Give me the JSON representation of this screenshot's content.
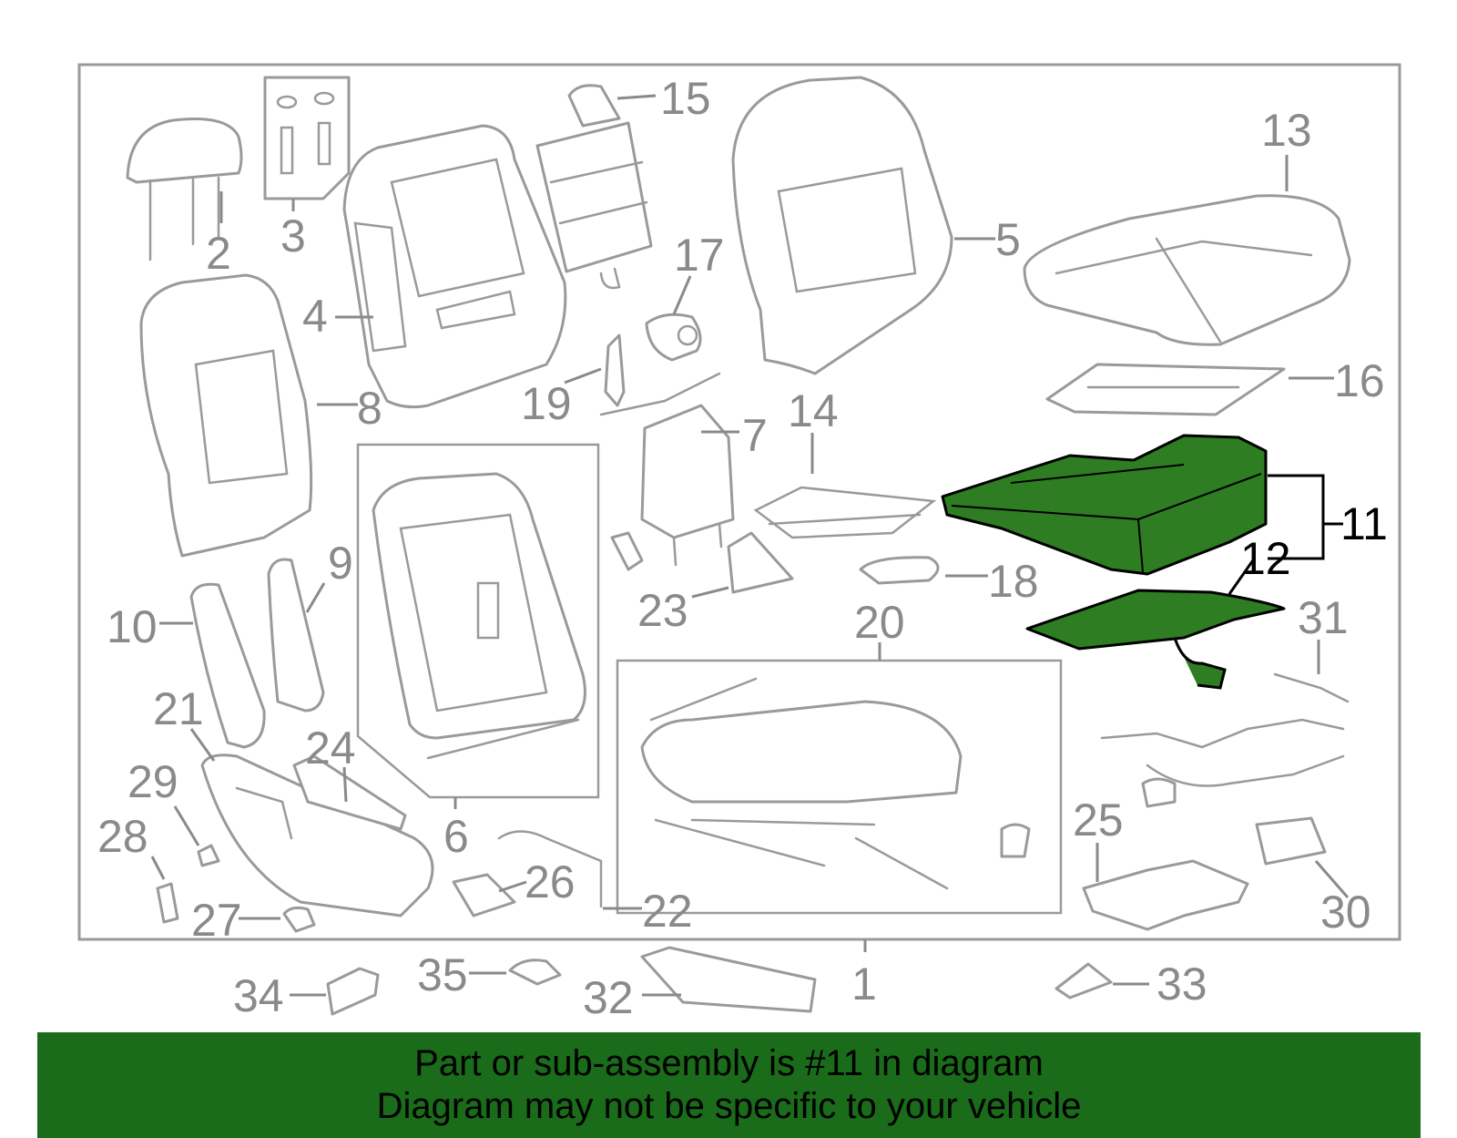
{
  "diagram": {
    "highlight_color": "#2e7d22",
    "callouts": [
      {
        "id": "1",
        "label": "1"
      },
      {
        "id": "2",
        "label": "2"
      },
      {
        "id": "3",
        "label": "3"
      },
      {
        "id": "4",
        "label": "4"
      },
      {
        "id": "5",
        "label": "5"
      },
      {
        "id": "6",
        "label": "6"
      },
      {
        "id": "7",
        "label": "7"
      },
      {
        "id": "8",
        "label": "8"
      },
      {
        "id": "9",
        "label": "9"
      },
      {
        "id": "10",
        "label": "10"
      },
      {
        "id": "11",
        "label": "11",
        "highlighted": true
      },
      {
        "id": "12",
        "label": "12",
        "highlighted": true
      },
      {
        "id": "13",
        "label": "13"
      },
      {
        "id": "14",
        "label": "14"
      },
      {
        "id": "15",
        "label": "15"
      },
      {
        "id": "16",
        "label": "16"
      },
      {
        "id": "17",
        "label": "17"
      },
      {
        "id": "18",
        "label": "18"
      },
      {
        "id": "19",
        "label": "19"
      },
      {
        "id": "20",
        "label": "20"
      },
      {
        "id": "21",
        "label": "21"
      },
      {
        "id": "22",
        "label": "22"
      },
      {
        "id": "23",
        "label": "23"
      },
      {
        "id": "24",
        "label": "24"
      },
      {
        "id": "25",
        "label": "25"
      },
      {
        "id": "26",
        "label": "26"
      },
      {
        "id": "27",
        "label": "27"
      },
      {
        "id": "28",
        "label": "28"
      },
      {
        "id": "29",
        "label": "29"
      },
      {
        "id": "30",
        "label": "30"
      },
      {
        "id": "31",
        "label": "31"
      },
      {
        "id": "32",
        "label": "32"
      },
      {
        "id": "33",
        "label": "33"
      },
      {
        "id": "34",
        "label": "34"
      },
      {
        "id": "35",
        "label": "35"
      }
    ]
  },
  "banner": {
    "line1": "Part or sub-assembly is #11 in diagram",
    "line2": "Diagram may not be specific to your vehicle",
    "background": "#1a6b1a"
  }
}
